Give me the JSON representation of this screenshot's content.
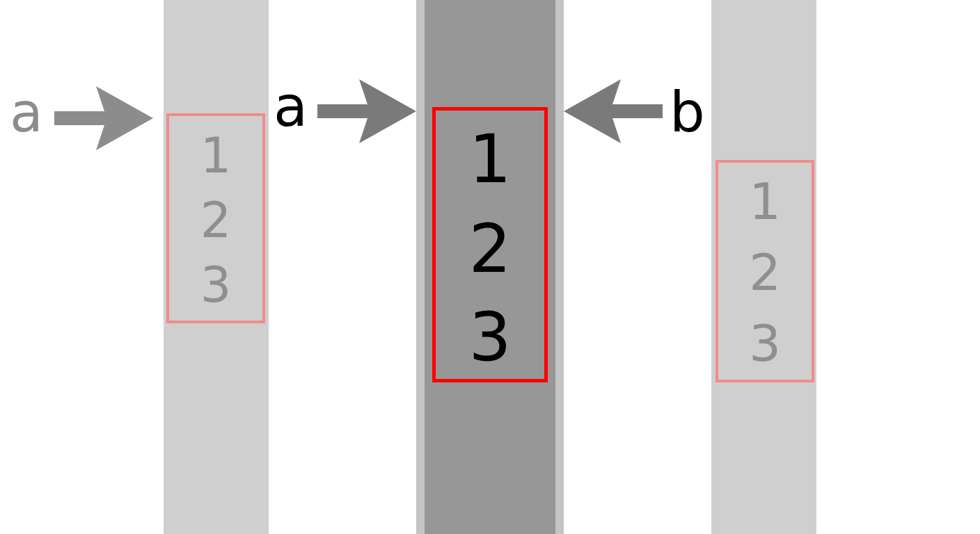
{
  "colors": {
    "column_light": "#cfcfcf",
    "column_dark_edge": "#c4c4c4",
    "column_dark": "#979797",
    "highlight_red": "#ff0000",
    "faded_red": "#f28b8b",
    "faded_text": "#8f8f8f",
    "active_text": "#000000",
    "arrow_gray": "#7a7a7a",
    "arrow_light": "#8c8c8c"
  },
  "diagram": {
    "panels": [
      {
        "id": "left",
        "state": "faded",
        "items": [
          "1",
          "2",
          "3"
        ],
        "pointers": [
          {
            "label": "a",
            "direction": "right"
          }
        ]
      },
      {
        "id": "center",
        "state": "active",
        "items": [
          "1",
          "2",
          "3"
        ],
        "pointers": [
          {
            "label": "a",
            "direction": "right"
          },
          {
            "label": "b",
            "direction": "left"
          }
        ]
      },
      {
        "id": "right",
        "state": "faded",
        "items": [
          "1",
          "2",
          "3"
        ],
        "pointers": []
      }
    ]
  }
}
